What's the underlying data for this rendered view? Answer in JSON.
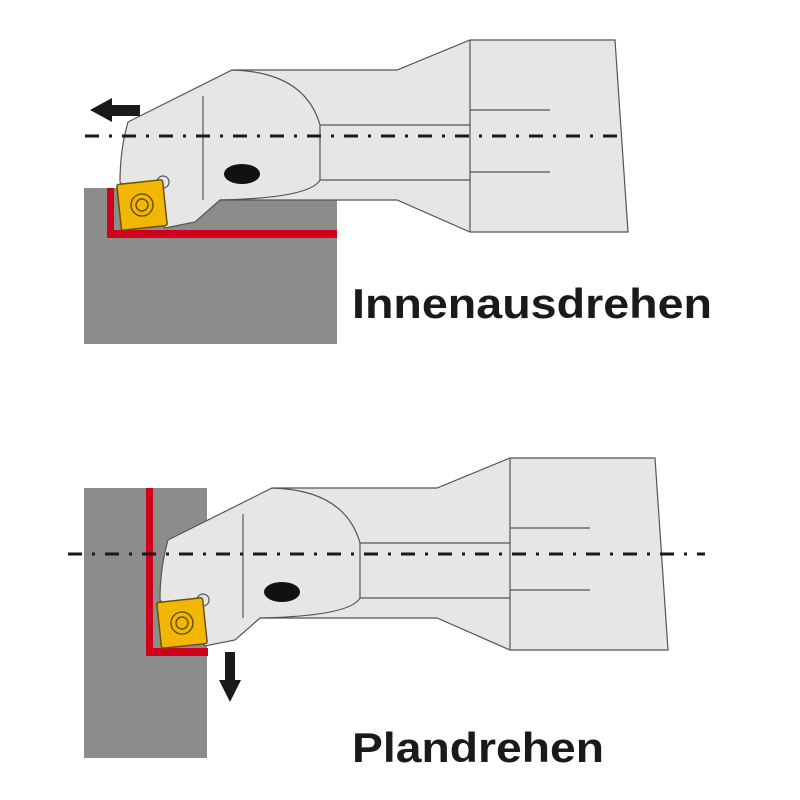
{
  "diagrams": [
    {
      "title": "Innenausdrehen",
      "feed_direction": "left"
    },
    {
      "title": "Plandrehen",
      "feed_direction": "down"
    }
  ],
  "colors": {
    "workpiece": "#8c8c8c",
    "machined_surface": "#d0021b",
    "tool_body": "#e6e6e6",
    "insert": "#f2b705",
    "arrow": "#1a1a1a"
  }
}
